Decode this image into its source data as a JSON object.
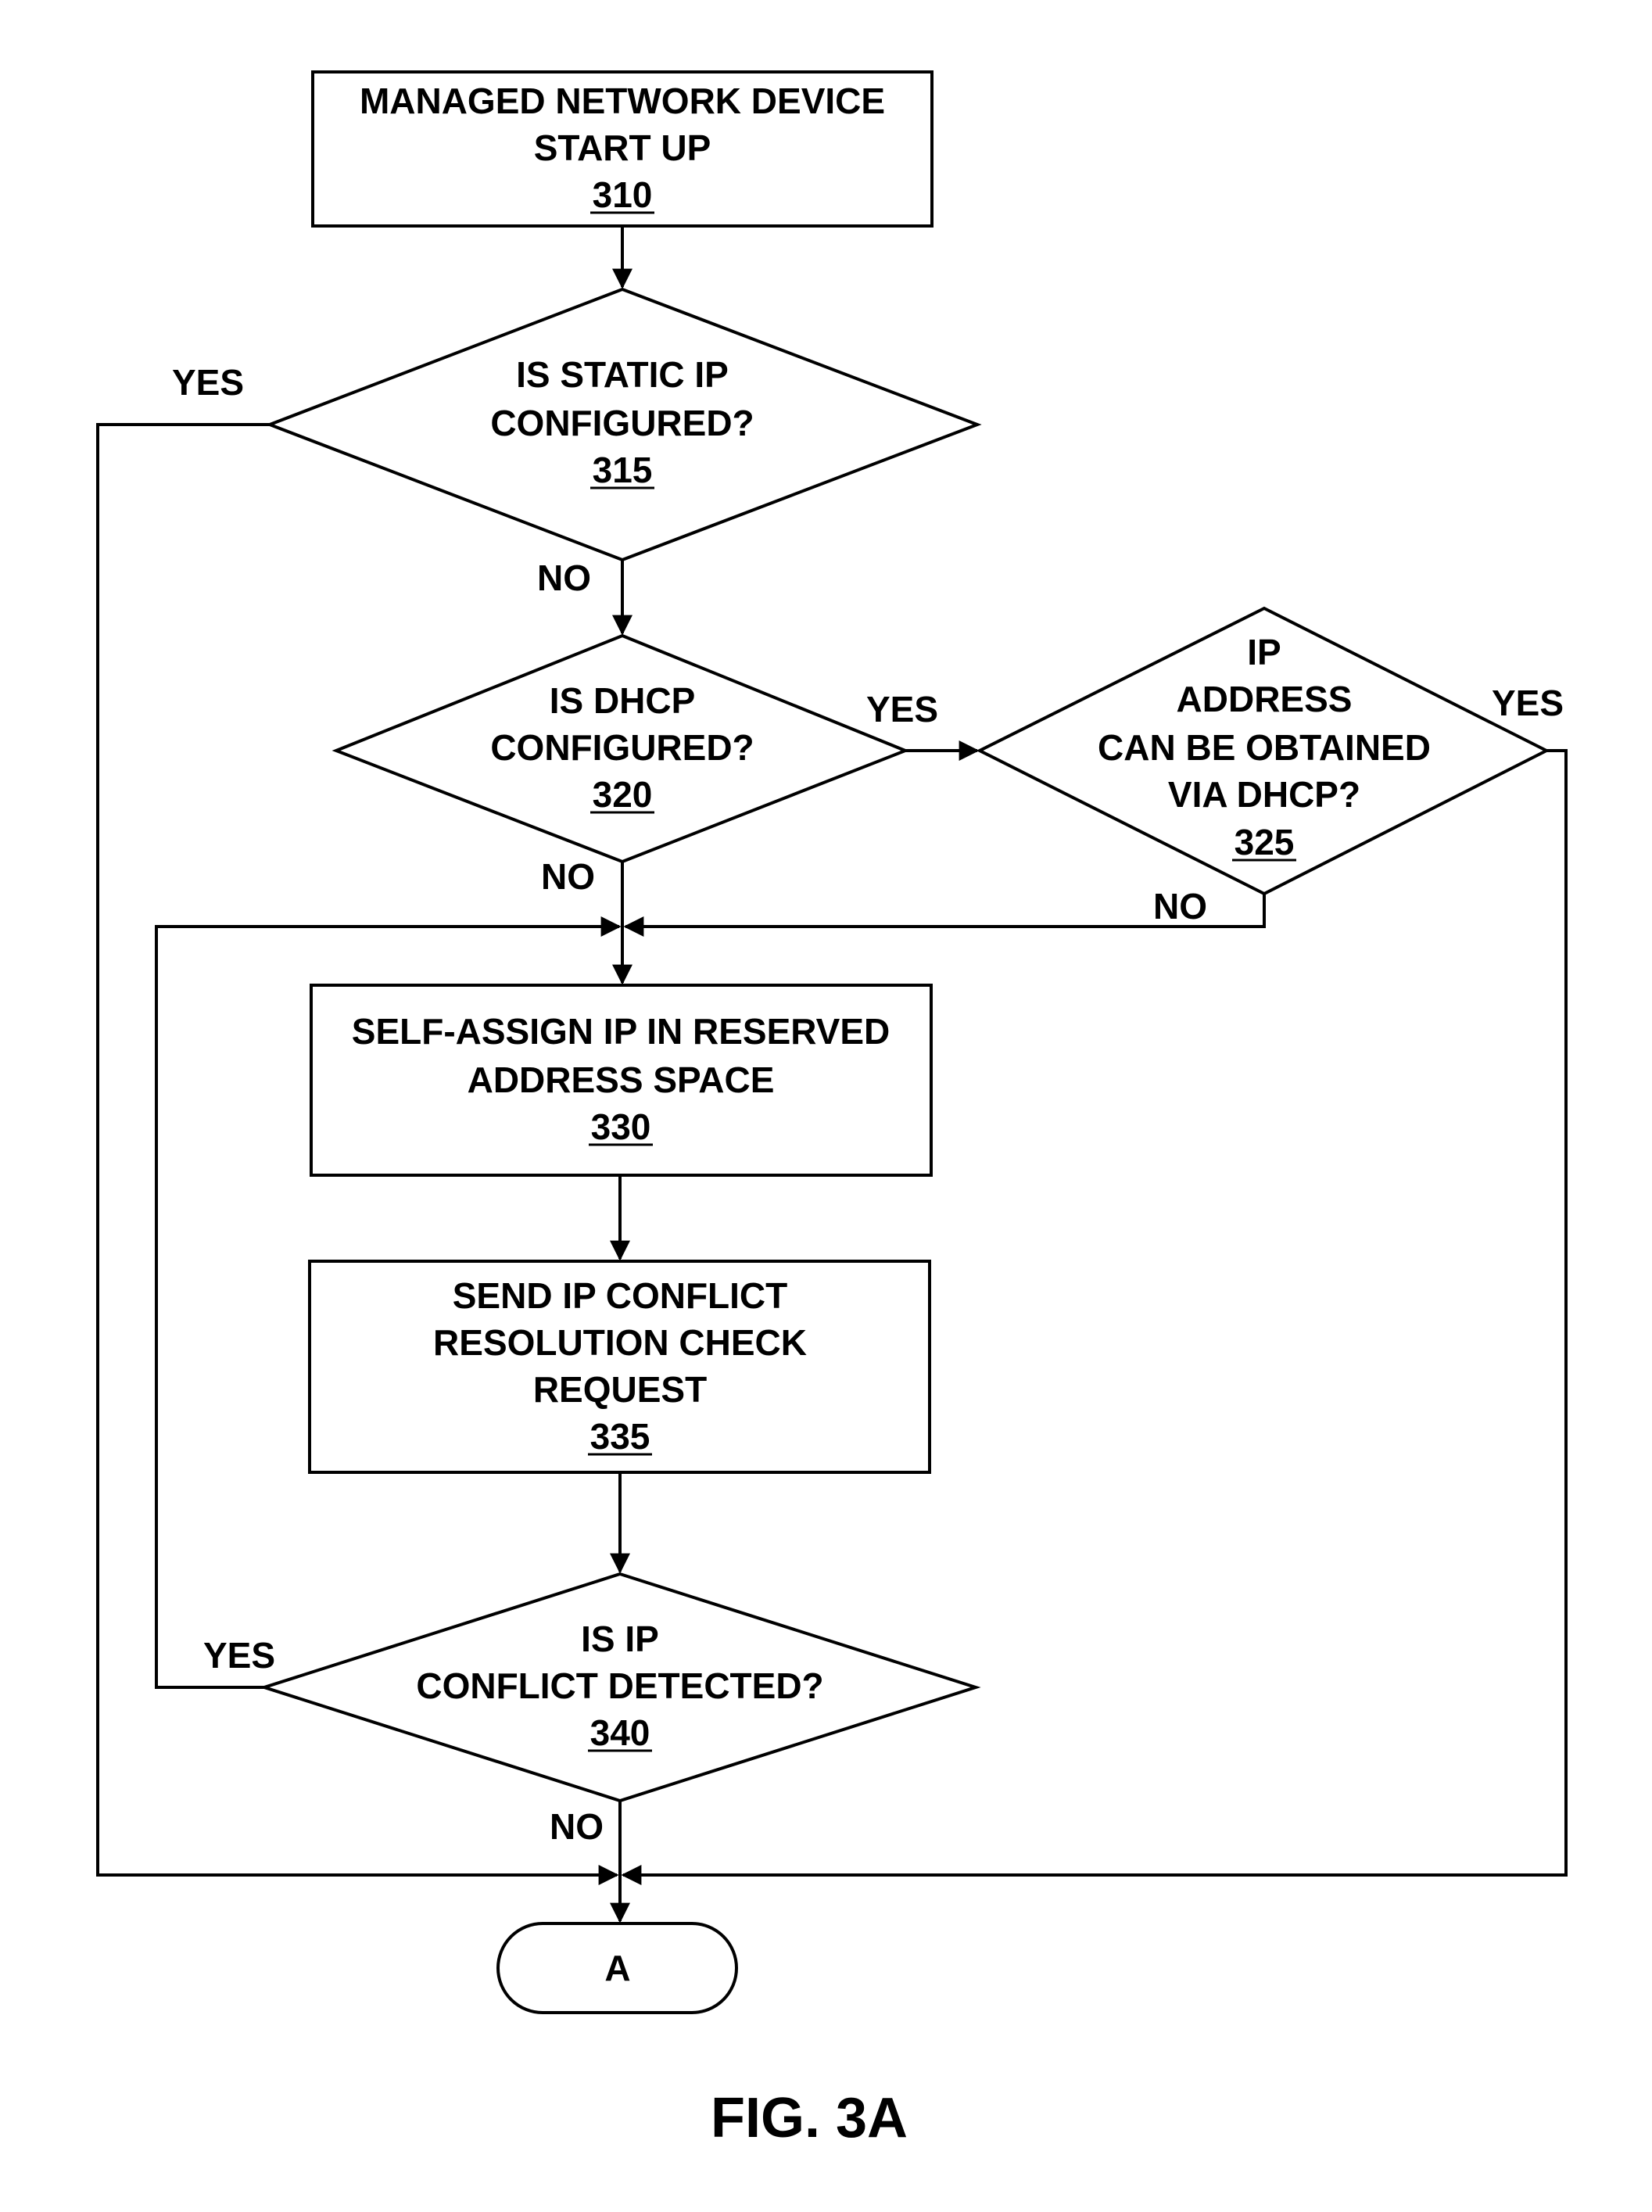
{
  "nodes": {
    "n310": {
      "lines": [
        "MANAGED NETWORK DEVICE",
        "START UP"
      ],
      "ref": "310"
    },
    "n315": {
      "lines": [
        "IS STATIC IP",
        "CONFIGURED?"
      ],
      "ref": "315"
    },
    "n320": {
      "lines": [
        "IS DHCP",
        "CONFIGURED?"
      ],
      "ref": "320"
    },
    "n325": {
      "lines": [
        "IP",
        "ADDRESS",
        "CAN BE OBTAINED",
        "VIA DHCP?"
      ],
      "ref": "325"
    },
    "n330": {
      "lines": [
        "SELF-ASSIGN IP IN RESERVED",
        "ADDRESS SPACE"
      ],
      "ref": "330"
    },
    "n335": {
      "lines": [
        "SEND IP CONFLICT",
        "RESOLUTION CHECK",
        "REQUEST"
      ],
      "ref": "335"
    },
    "n340": {
      "lines": [
        "IS IP",
        "CONFLICT DETECTED?"
      ],
      "ref": "340"
    },
    "nA": {
      "label": "A"
    }
  },
  "edge_labels": {
    "yes_315": "YES",
    "no_315": "NO",
    "yes_320": "YES",
    "no_320": "NO",
    "yes_325": "YES",
    "no_325": "NO",
    "yes_340": "YES",
    "no_340": "NO"
  },
  "caption": "FIG. 3A"
}
